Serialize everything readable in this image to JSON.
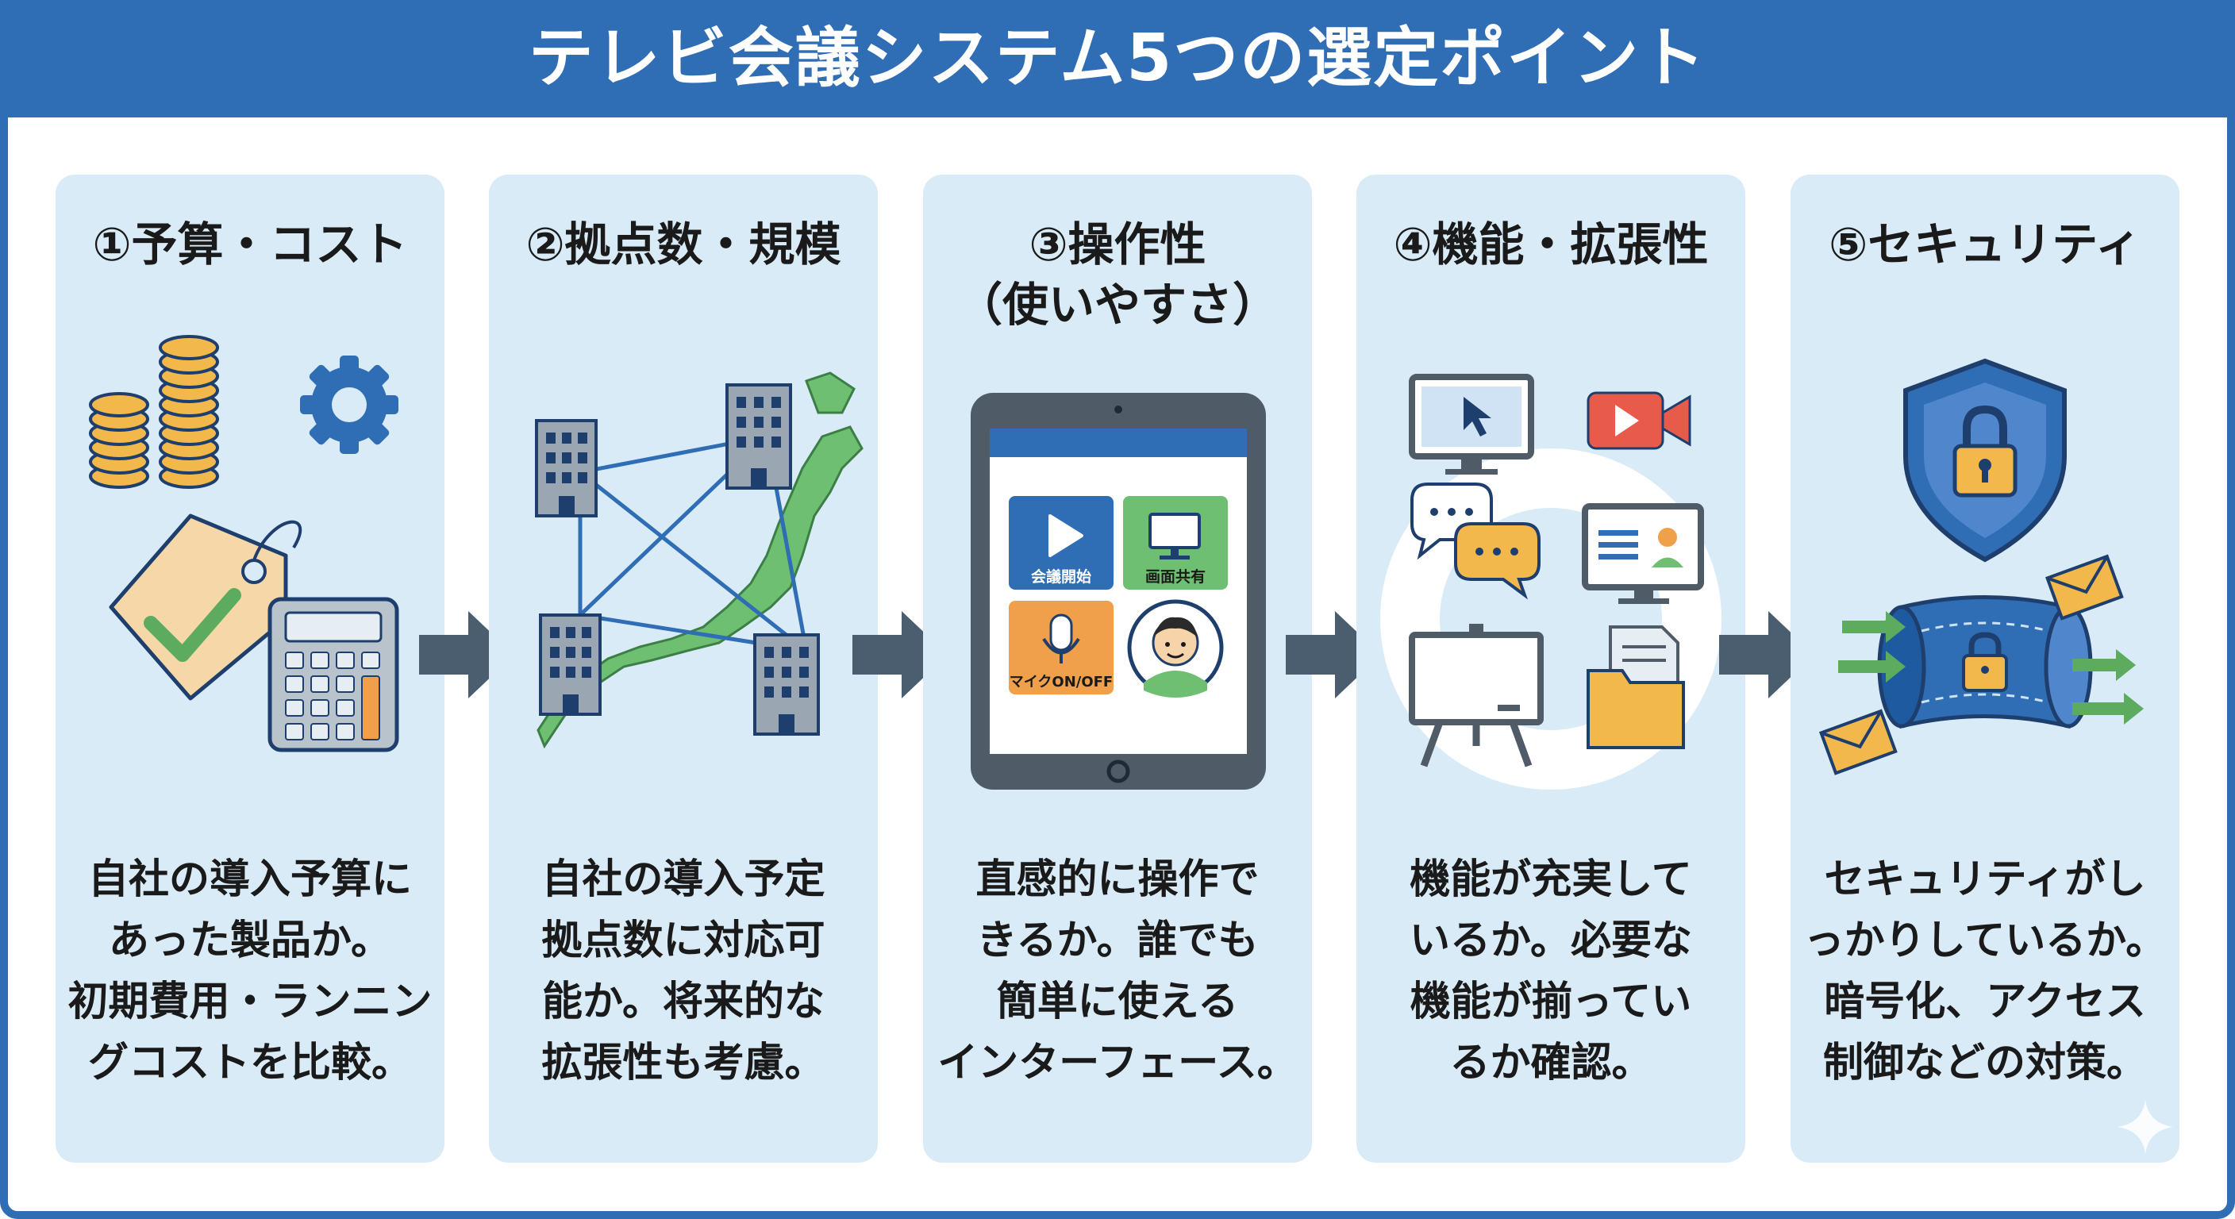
{
  "title": "テレビ会議システム5つの選定ポイント",
  "colors": {
    "header": "#2f6db5",
    "card_bg": "#d9ebf7",
    "arrow": "#4a5e70",
    "navy": "#1e3f6e",
    "gold": "#f2b84b",
    "green": "#6fbf73",
    "orange": "#f0a04b"
  },
  "cards": [
    {
      "title": "①予算・コスト",
      "icons": [
        "coin-stack-icon",
        "gear-icon",
        "price-tag-check-icon",
        "calculator-icon"
      ],
      "description": "自社の導入予算に\nあった製品か。\n初期費用・ランニン\nグコストを比較。"
    },
    {
      "title": "②拠点数・規模",
      "icons": [
        "japan-map-icon",
        "office-building-icon"
      ],
      "description": "自社の導入予定\n拠点数に対応可\n能か。将来的な\n拡張性も考慮。"
    },
    {
      "title": "③操作性\n（使いやすさ）",
      "icons": [
        "tablet-icon",
        "play-icon",
        "monitor-icon",
        "microphone-icon",
        "user-avatar-icon"
      ],
      "tablet_buttons": [
        "会議開始",
        "画面共有",
        "マイクON/OFF"
      ],
      "description": "直感的に操作で\nきるか。誰でも\n簡単に使える\nインターフェース。"
    },
    {
      "title": "④機能・拡張性",
      "icons": [
        "screen-share-icon",
        "video-camera-icon",
        "chat-bubbles-icon",
        "profile-monitor-icon",
        "whiteboard-icon",
        "file-folder-icon"
      ],
      "description": "機能が充実して\nいるか。必要な\n機能が揃ってい\nるか確認。"
    },
    {
      "title": "⑤セキュリティ",
      "icons": [
        "shield-lock-icon",
        "encrypted-tunnel-icon",
        "envelope-icon",
        "arrow-right-icon"
      ],
      "description": "セキュリティがし\nっかりしているか。\n暗号化、アクセス\n制御などの対策。"
    }
  ]
}
